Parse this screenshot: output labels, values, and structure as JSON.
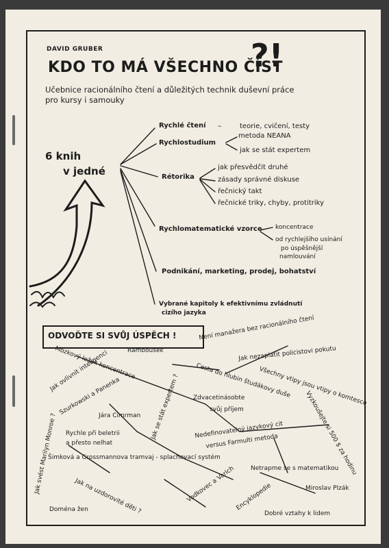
{
  "author": "DAVID GRUBER",
  "title": "KDO TO MÁ VŠECHNO ČÍST",
  "title_mark": "?!",
  "subtitle_line1": "Učebnice racionálního čtení a důležitých technik duševní práce",
  "subtitle_line2": "pro kursy i samouky",
  "books_line1": "6 knih",
  "books_line2": "v jedné",
  "topics": [
    {
      "label": "Rychlé čtení",
      "details": [
        "teorie, cvičení, testy"
      ]
    },
    {
      "label": "Rychlostudium",
      "details": [
        "metoda NEANA",
        "jak se stát expertem"
      ]
    },
    {
      "label": "Rétorika",
      "details": [
        "jak přesvědčit druhé",
        "zásady správné diskuse",
        "řečnický takt",
        "řečnické triky, chyby, protitriky"
      ]
    },
    {
      "label": "Rychlomatematické vzorce",
      "details": [
        "koncentrace",
        "od rychlejšího usínání",
        "po úspěšnější",
        "namlouvání"
      ]
    },
    {
      "label": "Podnikání, marketing, prodej, bohatství",
      "details": []
    },
    {
      "label": "Vybrané kapitoly k efektivnímu zvládnutí",
      "label2": "cizího jazyka",
      "details": []
    }
  ],
  "topic1_dash": "–",
  "boxed_title": "ODVOĎTE SI SVŮJ ÚSPĚCH !",
  "phrases": [
    "Není manažera bez racionálního čtení",
    "Jak nezaplatit policistovi pokutu",
    "Rambousek",
    "Mozkový ležák koncentrace",
    "Jak ovlivnit inteligenci",
    "Szurkowski a Panenka",
    "Cesta do hlubin študákovy duše",
    "Všechny vtipy jsou vtipy o komtesce",
    "Vyzkoušejte si 500 $ za hodinu",
    "Jak se stát expertem ?",
    "Zdvacetinásobte",
    "svůj příjem",
    "Jára Cimrman",
    "Rychle při beletrii",
    "a přesto nelhat",
    "Nedefinovatelný jazykový cit",
    "versus Farmulti metoda",
    "Jak svést Marilyn Monroe ?",
    "Šimková a Grossmannova tramvaj - splachovací systém",
    "Netrapme se s matematikou",
    "Jak na uzdorovité děti ?",
    "Vodkovec a Varich",
    "Miroslav Plzák",
    "Encyklopedie",
    "Doména žen",
    "Dobré vztahy k lidem"
  ]
}
